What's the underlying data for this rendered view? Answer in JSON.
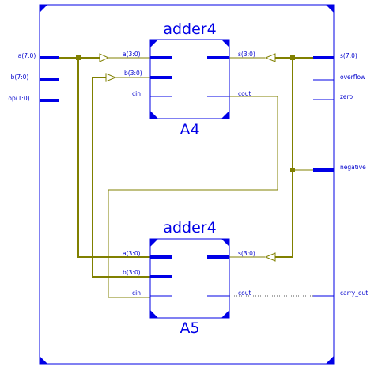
{
  "colors": {
    "background": "#ffffff",
    "module": "#0000e6",
    "wire": "#808000",
    "label": "#0000cc",
    "unconnected": "#333333"
  },
  "top_module": {
    "inputs": [
      "a(7:0)",
      "b(7:0)",
      "op(1:0)"
    ],
    "outputs": [
      "s(7:0)",
      "overflow",
      "zero",
      "negative",
      "carry_out"
    ]
  },
  "instances": [
    {
      "type": "adder4",
      "name": "A4",
      "ports": {
        "a": "a(3:0)",
        "b": "b(3:0)",
        "cin": "cin",
        "s": "s(3:0)",
        "cout": "cout"
      }
    },
    {
      "type": "adder4",
      "name": "A5",
      "ports": {
        "a": "a(3:0)",
        "b": "b(3:0)",
        "cin": "cin",
        "s": "s(3:0)",
        "cout": "cout"
      }
    }
  ]
}
